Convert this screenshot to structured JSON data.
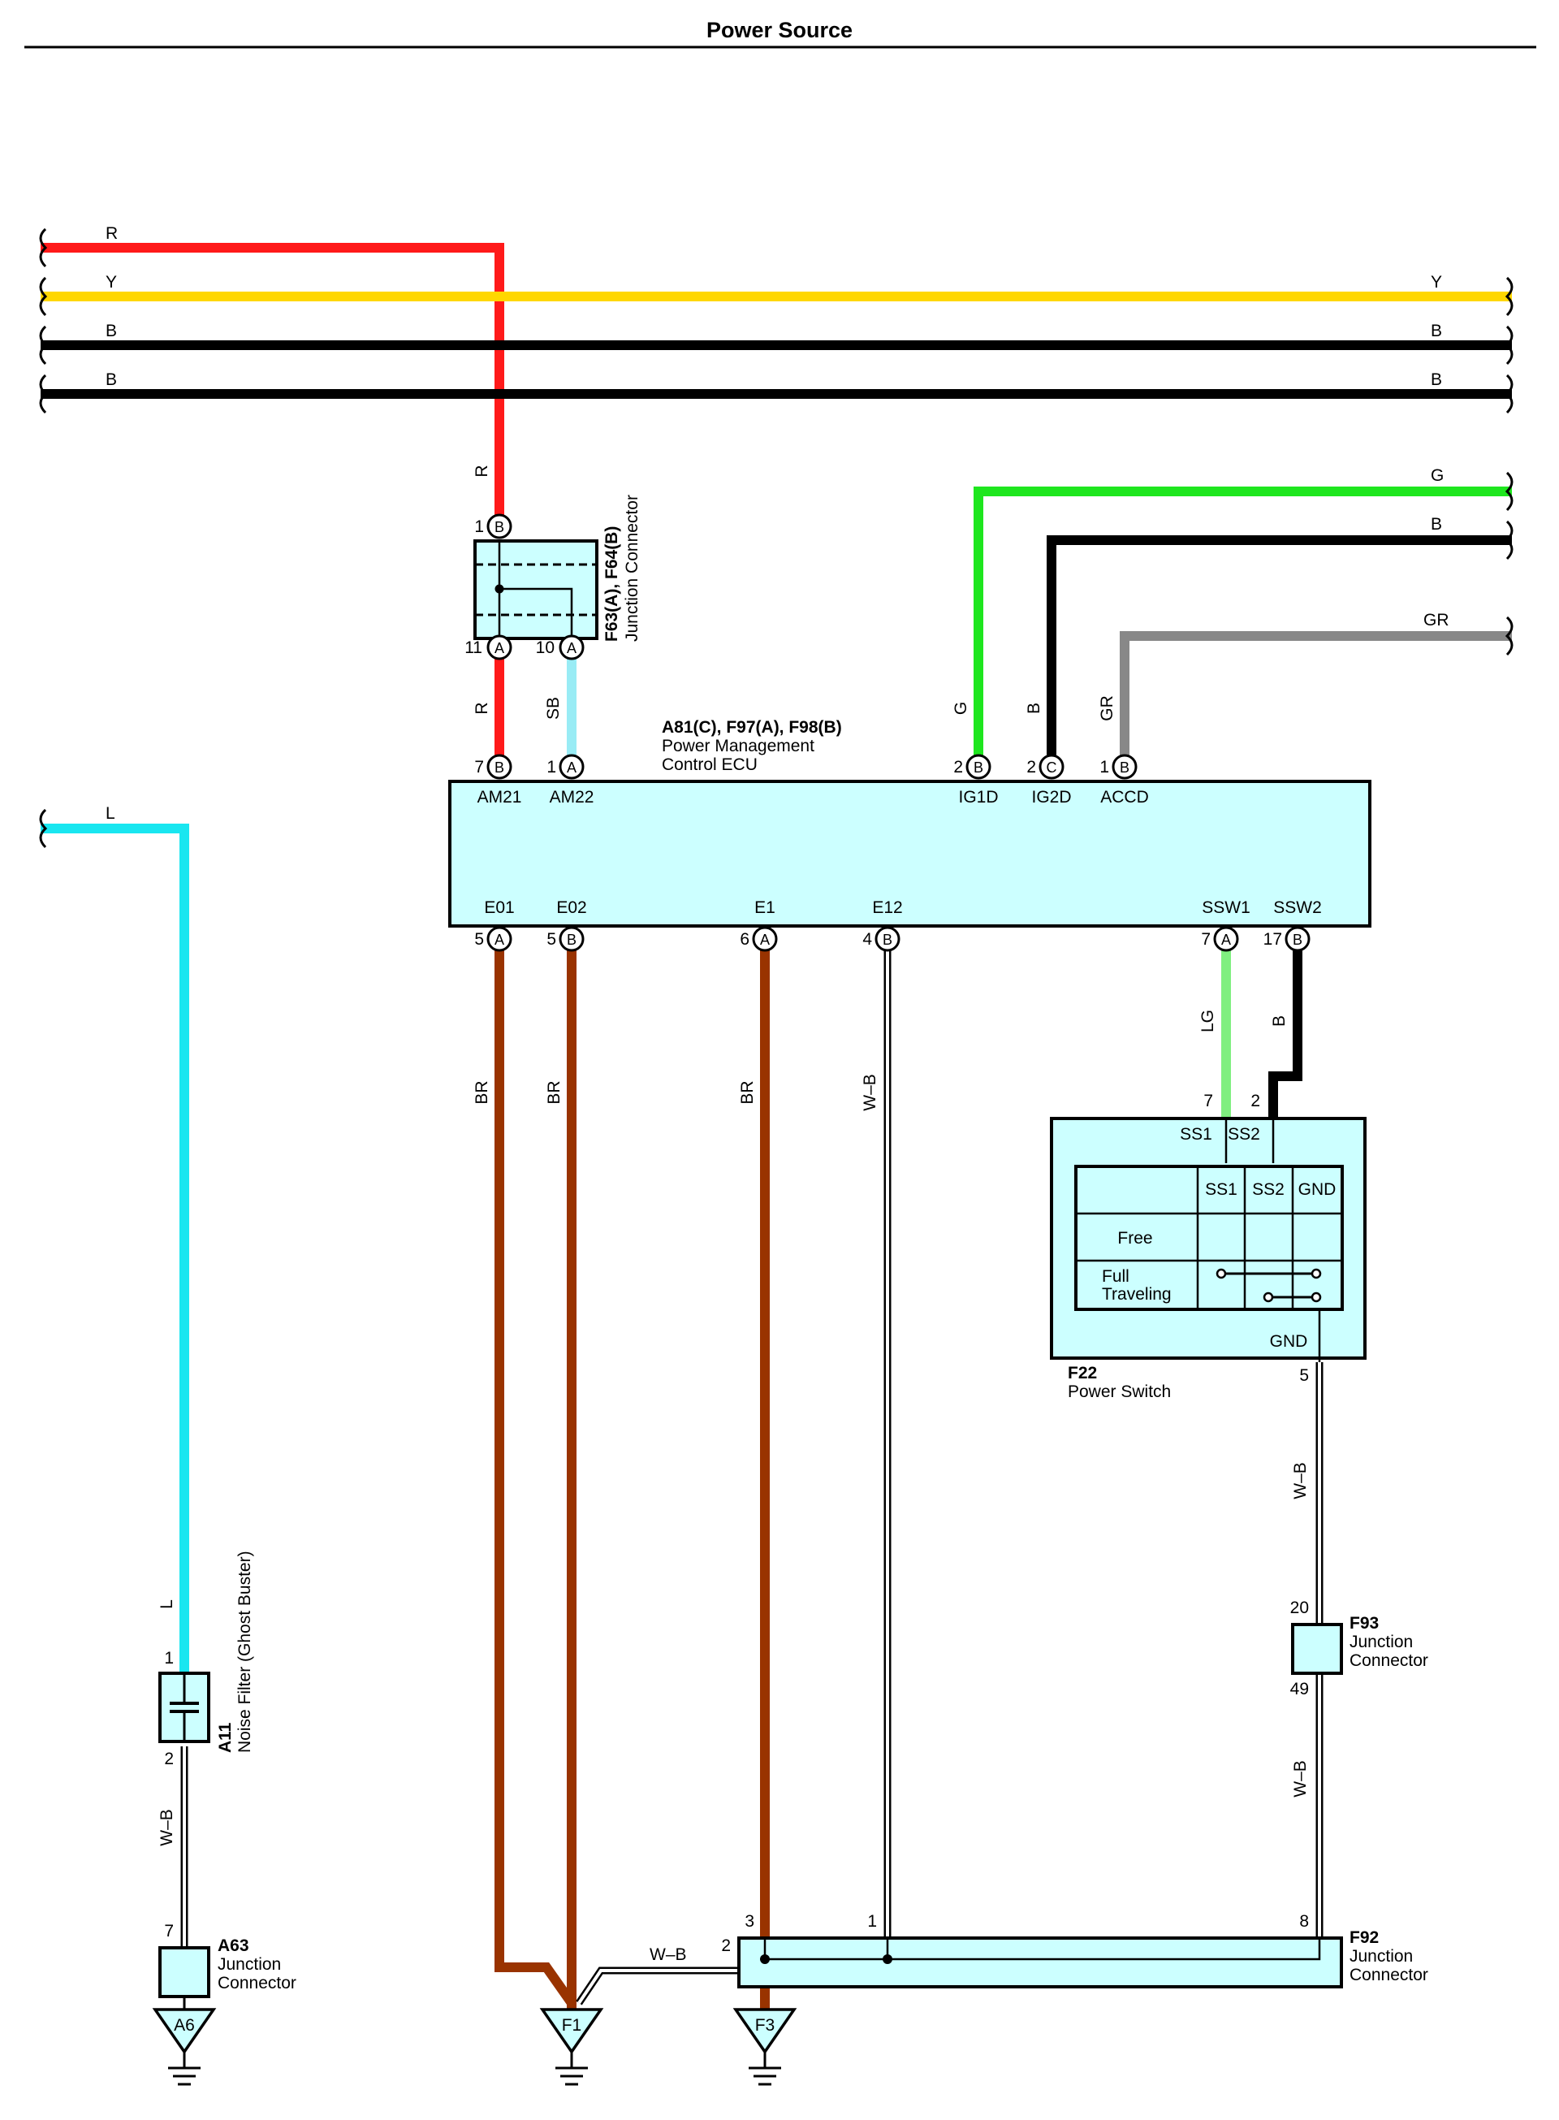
{
  "page": {
    "title": "Power Source"
  },
  "colors": {
    "R": "#ff1a1a",
    "Y": "#ffd700",
    "B": "#000000",
    "G": "#1ee61e",
    "GR": "#888888",
    "L": "#19e6f0",
    "SB": "#99ecf5",
    "BR": "#993300",
    "LG": "#80ef80",
    "WB": "#000000",
    "component_fill": "#ccffff"
  },
  "bus_wires": {
    "R": "R",
    "Y_left": "Y",
    "Y_right": "Y",
    "B1_left": "B",
    "B1_right": "B",
    "B2_left": "B",
    "B2_right": "B",
    "G_right": "G",
    "B3_right": "B",
    "GR_right": "GR",
    "L": "L"
  },
  "junction_f63": {
    "code": "F63(A), F64(B)",
    "name": "Junction Connector",
    "pin_top_num": "1",
    "pin_top_letter": "B",
    "pin_bl_num": "11",
    "pin_bl_letter": "A",
    "pin_br_num": "10",
    "pin_br_letter": "A",
    "wire_in": "R",
    "wire_out_left": "R",
    "wire_out_right": "SB"
  },
  "ecu": {
    "code": "A81(C), F97(A), F98(B)",
    "name_line1": "Power Management",
    "name_line2": "Control ECU",
    "top_pins": [
      {
        "num": "7",
        "letter": "B",
        "label": "AM21",
        "wire": "R"
      },
      {
        "num": "1",
        "letter": "A",
        "label": "AM22",
        "wire": "SB"
      },
      {
        "num": "2",
        "letter": "B",
        "label": "IG1D",
        "wire": "G"
      },
      {
        "num": "2",
        "letter": "C",
        "label": "IG2D",
        "wire": "B"
      },
      {
        "num": "1",
        "letter": "B",
        "label": "ACCD",
        "wire": "GR"
      }
    ],
    "bottom_pins": [
      {
        "num": "5",
        "letter": "A",
        "label": "E01",
        "wire": "BR"
      },
      {
        "num": "5",
        "letter": "B",
        "label": "E02",
        "wire": "BR"
      },
      {
        "num": "6",
        "letter": "A",
        "label": "E1",
        "wire": "BR"
      },
      {
        "num": "4",
        "letter": "B",
        "label": "E12",
        "wire": "W–B"
      },
      {
        "num": "7",
        "letter": "A",
        "label": "SSW1",
        "wire": "LG"
      },
      {
        "num": "17",
        "letter": "B",
        "label": "SSW2",
        "wire": "B"
      }
    ]
  },
  "power_switch": {
    "code": "F22",
    "name": "Power Switch",
    "pin_ss1_num": "7",
    "pin_ss2_num": "2",
    "pin_gnd_num": "5",
    "terminal_ss1": "SS1",
    "terminal_ss2": "SS2",
    "terminal_gnd": "GND",
    "table_headers": [
      "SS1",
      "SS2",
      "GND"
    ],
    "row_free": "Free",
    "row_full_line1": "Full",
    "row_full_line2": "Traveling",
    "wire_out": "W–B"
  },
  "noise_filter": {
    "code": "A11",
    "name": "Noise Filter (Ghost Buster)",
    "pin_top": "1",
    "pin_bottom": "2",
    "wire_in": "L",
    "wire_out": "W–B"
  },
  "junction_a63": {
    "code": "A63",
    "name_line1": "Junction",
    "name_line2": "Connector",
    "pin": "7"
  },
  "junction_f93": {
    "code": "F93",
    "name_line1": "Junction",
    "name_line2": "Connector",
    "pin_top": "20",
    "pin_bottom": "49",
    "wire_out": "W–B"
  },
  "junction_f92": {
    "code": "F92",
    "name_line1": "Junction",
    "name_line2": "Connector",
    "pin_2": "2",
    "pin_3": "3",
    "pin_1": "1",
    "pin_8": "8",
    "wire_in": "W–B"
  },
  "grounds": [
    "A6",
    "F1",
    "F3"
  ]
}
